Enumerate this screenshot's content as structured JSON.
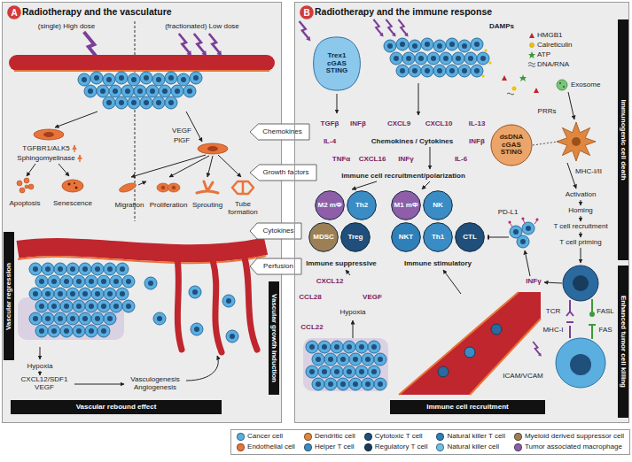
{
  "diagram": {
    "nodes": [
      {
        "text": [
          "Radiotherapy and the vasculature"
        ]
      },
      {
        "text": [
          "A"
        ],
        "in": 0
      },
      {
        "text": [
          "Vascular regression"
        ],
        "in": 0
      },
      {
        "text": [
          "Vascular growth induction"
        ],
        "in": 0
      },
      {
        "text": [
          "Vascular rebound effect"
        ],
        "in": 0
      },
      {
        "text": [
          "Chemokines"
        ]
      },
      {
        "text": [
          "Growth factors"
        ]
      },
      {
        "text": [
          "Cytokines"
        ]
      },
      {
        "text": [
          "Perfusion"
        ]
      },
      {
        "text": [
          "Radiotherapy and the immune response"
        ]
      },
      {
        "text": [
          "B"
        ],
        "in": 9
      },
      {
        "text": [
          "Trex1",
          "cGAS",
          "STING"
        ],
        "in": 9
      },
      {
        "text": [
          "dsDNA",
          "cGAS",
          "STING"
        ],
        "in": 9
      },
      {
        "text": [
          "M2 mΦ"
        ],
        "in": 9
      },
      {
        "text": [
          "Th2"
        ],
        "in": 9
      },
      {
        "text": [
          "MDSC"
        ],
        "in": 9
      },
      {
        "text": [
          "Treg"
        ],
        "in": 9
      },
      {
        "text": [
          "M1 mΦ"
        ],
        "in": 9
      },
      {
        "text": [
          "NK"
        ],
        "in": 9
      },
      {
        "text": [
          "NKT"
        ],
        "in": 9
      },
      {
        "text": [
          "Th1"
        ],
        "in": 9
      },
      {
        "text": [
          "CTL"
        ],
        "in": 9
      },
      {
        "text": [
          "Immune cell recruitment"
        ],
        "in": 9
      },
      {
        "text": [
          "Immunogenic cell death"
        ],
        "in": 9
      },
      {
        "text": [
          "Enhanced tumor cell killing"
        ],
        "in": 9
      }
    ],
    "labels": [
      "(single) High dose",
      "(fractionated) Low dose",
      "TGFBR1/ALK5",
      "Sphingomyelinase",
      "Apoptosis",
      "Senescence",
      "VEGF",
      "PlGF",
      "Migration",
      "Proliferation",
      "Sprouting",
      "Tube formation",
      "Hypoxia",
      "CXCL12/SDF1 VEGF",
      "Vasculogenesis Angiogenesis",
      "DAMPs",
      "HMGB1",
      "Calreticulin",
      "ATP",
      "DNA/RNA",
      "Exosome",
      "TGFβ",
      "INFβ",
      "CXCL9",
      "CXCL10",
      "IL-13",
      "IL-4",
      "Chemokines / Cytokines",
      "INFβ",
      "TNFα",
      "CXCL16",
      "INFγ",
      "IL-6",
      "Immune cell recruitment/polarization",
      "PRRs",
      "MHC-I/II",
      "Activation",
      "Homing",
      "T cell recruitment",
      "T cell priming",
      "PD-L1",
      "Immune suppressive",
      "Immune stimulatory",
      "INFγ",
      "TCR",
      "FASL",
      "MHC-I",
      "FAS",
      "CXCL12",
      "CCL28",
      "VEGF",
      "Hypoxia",
      "CCL22",
      "ICAM/VCAM"
    ],
    "legend": [
      {
        "text": "Cancer cell",
        "color": "#5aaee0"
      },
      {
        "text": "Dendritic cell",
        "color": "#e0873f"
      },
      {
        "text": "Cytotoxic T cell",
        "color": "#1f4f7a"
      },
      {
        "text": "Natural killer T cell",
        "color": "#2f7fb8"
      },
      {
        "text": "Myeloid derived suppressor cell",
        "color": "#9c7f55"
      },
      {
        "text": "Endothelial cell",
        "color": "#e8743b"
      },
      {
        "text": "Helper T cell",
        "color": "#3a8cc4"
      },
      {
        "text": "Regulatory T cell",
        "color": "#173c5e"
      },
      {
        "text": "Natural killer cell",
        "color": "#6cc0e8"
      },
      {
        "text": "Tumor associated macrophage",
        "color": "#8e5ea8"
      }
    ]
  }
}
